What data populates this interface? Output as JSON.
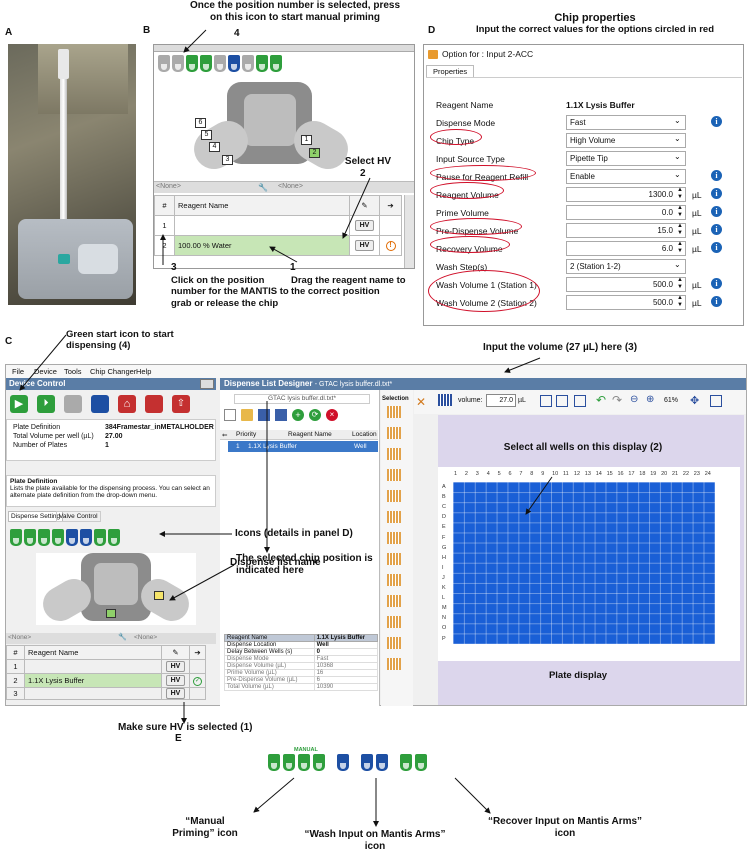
{
  "panels": {
    "a": "A",
    "b": "B",
    "c": "C",
    "d": "D",
    "e": "E"
  },
  "panel_b": {
    "top_annotation": "Once the position number is selected, press on this icon to start manual priming",
    "top_annotation_num": "4",
    "select_hv": "Select HV",
    "select_hv_num": "2",
    "pos_numbers": [
      "1",
      "2",
      "3",
      "4",
      "5",
      "6"
    ],
    "dropdown_none": "<None>",
    "table_head": [
      "#",
      "Reagent Name"
    ],
    "rows": [
      {
        "num": "1",
        "name": "",
        "hv": "HV"
      },
      {
        "num": "2",
        "name": "100.00 % Water",
        "hv": "HV"
      }
    ],
    "warn": "!",
    "click_num": "3",
    "click_text": "Click on the position number for the MANTIS to grab or release the chip",
    "drag_num": "1",
    "drag_text": "Drag the reagent name to the correct position"
  },
  "panel_d": {
    "title": "Chip properties",
    "subtitle": "Input the correct values for the options circled in red",
    "header": "Option for : Input 2-ACC",
    "tab": "Properties",
    "unit": "µL",
    "rows": [
      {
        "label": "Reagent Name",
        "value": "1.1X Lysis Buffer"
      },
      {
        "label": "Dispense Mode",
        "value": "Fast"
      },
      {
        "label": "Chip Type",
        "value": "High Volume"
      },
      {
        "label": "Input Source Type",
        "value": "Pipette Tip"
      },
      {
        "label": "Pause for Reagent Refill",
        "value": "Enable"
      },
      {
        "label": "Reagent Volume",
        "value": "1300.0"
      },
      {
        "label": "Prime Volume",
        "value": "0.0"
      },
      {
        "label": "Pre-Dispense Volume",
        "value": "15.0"
      },
      {
        "label": "Recovery Volume",
        "value": "6.0"
      },
      {
        "label": "Wash Step(s)",
        "value": "2 (Station 1-2)"
      },
      {
        "label": "Wash Volume 1 (Station 1)",
        "value": "500.0"
      },
      {
        "label": "Wash Volume 2 (Station 2)",
        "value": "500.0"
      }
    ]
  },
  "panel_c": {
    "green_start": "Green start icon to start dispensing (4)",
    "input_volume": "Input the volume (27 µL) here (3)",
    "menu": [
      "File",
      "Device",
      "Tools",
      "Chip Changer",
      "Help"
    ],
    "device_control": "Device Control",
    "plate_props": [
      {
        "k": "Plate Definition",
        "v": "384Framestar_inMETALHOLDER"
      },
      {
        "k": "Total Volume per well (µL)",
        "v": "27.00"
      },
      {
        "k": "Number of Plates",
        "v": "1"
      }
    ],
    "plate_def_title": "Plate Definition",
    "plate_def_desc": "Lists the plate available for the dispensing process. You can select an alternate plate definition from the drop-down menu.",
    "tabs": [
      "Dispense Setting",
      "Valve Control"
    ],
    "dld_title": "Dispense List Designer",
    "dld_file": "- GTAC lysis buffer.dl.txt*",
    "file_box": "GTAC lysis buffer.dl.txt*",
    "list_head": [
      "Priority",
      "Reagent Name",
      "Location"
    ],
    "list_row": {
      "p": "1",
      "n": "1.1X Lysis Buffer",
      "l": "Well"
    },
    "dispense_list_name": "Dispense list name",
    "icons_label": "Icons (details in panel D)",
    "selected_chip": "The selected chip position is indicated here",
    "selection": "Selection",
    "volume_label": "volume:",
    "volume_value": "27.0",
    "volume_unit": "µL",
    "zoom": "61%",
    "select_wells": "Select all wells on this display (2)",
    "columns": [
      "1",
      "2",
      "3",
      "4",
      "5",
      "6",
      "7",
      "8",
      "9",
      "10",
      "11",
      "12",
      "13",
      "14",
      "15",
      "16",
      "17",
      "18",
      "19",
      "20",
      "21",
      "22",
      "23",
      "24"
    ],
    "rows": [
      "A",
      "B",
      "C",
      "D",
      "E",
      "F",
      "G",
      "H",
      "I",
      "J",
      "K",
      "L",
      "M",
      "N",
      "O",
      "P"
    ],
    "plate_display": "Plate display",
    "reagent_table": [
      {
        "k": "Reagent Name",
        "v": "1.1X Lysis Buffer"
      },
      {
        "k": "Dispense Location",
        "v": "Well"
      },
      {
        "k": "Delay Between Wells (s)",
        "v": "0"
      },
      {
        "k": "Dispense Mode",
        "v": "Fast"
      },
      {
        "k": "Dispense Volume (µL)",
        "v": "10368"
      },
      {
        "k": "Prime Volume (µL)",
        "v": "16"
      },
      {
        "k": "Pre-Dispense Volume (µL)",
        "v": "6"
      },
      {
        "k": "Total Volume (µL)",
        "v": "10390"
      }
    ],
    "dc_table_head": [
      "#",
      "Reagent Name"
    ],
    "dc_rows": [
      {
        "num": "1",
        "name": "",
        "hv": "HV"
      },
      {
        "num": "2",
        "name": "1.1X Lysis Buffer",
        "hv": "HV"
      },
      {
        "num": "3",
        "name": "",
        "hv": "HV"
      }
    ],
    "make_sure_hv": "Make sure HV is selected (1)",
    "dropdown_none": "<None>"
  },
  "panel_e": {
    "manual_tag": "MANUAL",
    "manual_priming": "“Manual Priming” icon",
    "wash_input": "“Wash Input on Mantis Arms” icon",
    "recover_input": "“Recover Input on Mantis Arms” icon"
  },
  "colors": {
    "green": "#2e9e3c",
    "blue": "#1d4fa3",
    "red": "#d0102a",
    "plate": "#1a5fd6",
    "row_green": "#c7e6b6"
  }
}
